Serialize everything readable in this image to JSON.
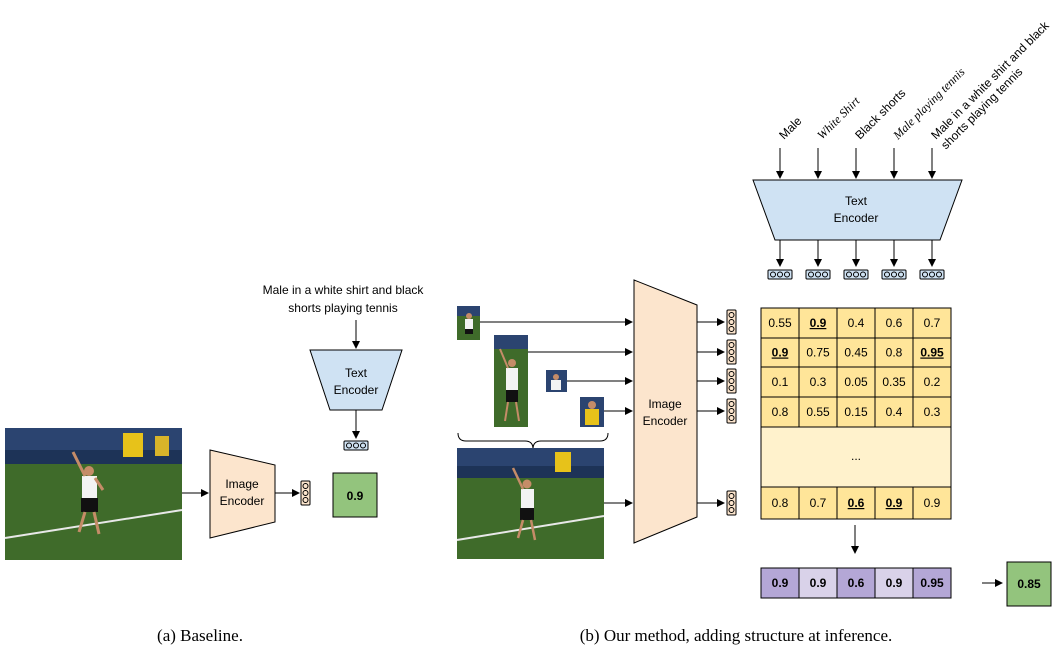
{
  "baseline": {
    "caption_query": [
      "Male in a white shirt and black",
      "shorts playing tennis"
    ],
    "text_encoder_label": [
      "Text",
      "Encoder"
    ],
    "image_encoder_label": [
      "Image",
      "Encoder"
    ],
    "score": "0.9",
    "subfig_caption": "(a) Baseline."
  },
  "method": {
    "queries": [
      {
        "lines": [
          "Male"
        ],
        "style": "sans"
      },
      {
        "lines": [
          "White Shirt"
        ],
        "style": "serif-italic"
      },
      {
        "lines": [
          "Black shorts"
        ],
        "style": "sans"
      },
      {
        "lines": [
          "Male playing tennis"
        ],
        "style": "serif-italic"
      },
      {
        "lines": [
          "Male in a white shirt and black",
          "shorts playing tennis"
        ],
        "style": "sans"
      }
    ],
    "text_encoder_label": [
      "Text",
      "Encoder"
    ],
    "image_encoder_label": [
      "Image",
      "Encoder"
    ],
    "matrix": {
      "rows": [
        [
          {
            "v": "0.55",
            "b": false
          },
          {
            "v": "0.9",
            "b": true
          },
          {
            "v": "0.4",
            "b": false
          },
          {
            "v": "0.6",
            "b": false
          },
          {
            "v": "0.7",
            "b": false
          }
        ],
        [
          {
            "v": "0.9",
            "b": true
          },
          {
            "v": "0.75",
            "b": false
          },
          {
            "v": "0.45",
            "b": false
          },
          {
            "v": "0.8",
            "b": false
          },
          {
            "v": "0.95",
            "b": true
          }
        ],
        [
          {
            "v": "0.1",
            "b": false
          },
          {
            "v": "0.3",
            "b": false
          },
          {
            "v": "0.05",
            "b": false
          },
          {
            "v": "0.35",
            "b": false
          },
          {
            "v": "0.2",
            "b": false
          }
        ],
        [
          {
            "v": "0.8",
            "b": false
          },
          {
            "v": "0.55",
            "b": false
          },
          {
            "v": "0.15",
            "b": false
          },
          {
            "v": "0.4",
            "b": false
          },
          {
            "v": "0.3",
            "b": false
          }
        ]
      ],
      "ellipsis": "...",
      "last_row": [
        {
          "v": "0.8",
          "b": false
        },
        {
          "v": "0.7",
          "b": false
        },
        {
          "v": "0.6",
          "b": true
        },
        {
          "v": "0.9",
          "b": true
        },
        {
          "v": "0.9",
          "b": false
        }
      ]
    },
    "aggregate": [
      "0.9",
      "0.9",
      "0.6",
      "0.9",
      "0.95"
    ],
    "final_score": "0.85",
    "subfig_caption": "(b) Our method, adding structure at inference."
  },
  "colors": {
    "text_encoder": "#cfe2f3",
    "image_encoder": "#fce5cd",
    "matrix_cell": "#ffe599",
    "matrix_mid": "#fff2cc",
    "score_green": "#93c47d",
    "agg_purple": [
      "#b4a7d6",
      "#d9d2e9",
      "#b4a7d6",
      "#d9d2e9",
      "#b4a7d6"
    ],
    "embedding": "#f6b26b",
    "court": "#3f6b2a",
    "stands": "#2b4470"
  }
}
